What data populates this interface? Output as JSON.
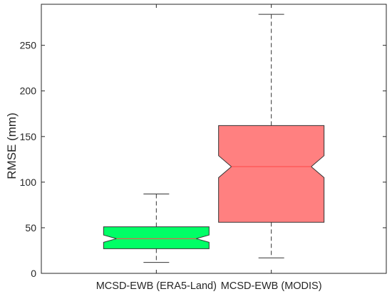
{
  "chart_data": {
    "type": "boxplot",
    "notched": true,
    "ylabel": "RMSE (mm)",
    "xlabel": "",
    "ylim": [
      0,
      295
    ],
    "yticks": [
      0,
      50,
      100,
      150,
      200,
      250
    ],
    "grid": false,
    "categories": [
      "MCSD-EWB (ERA5-Land)",
      "MCSD-EWB (MODIS)"
    ],
    "boxes": [
      {
        "category": "MCSD-EWB (ERA5-Land)",
        "whisker_low": 12,
        "q1": 27,
        "notch_low": 34,
        "median": 38,
        "notch_high": 42,
        "q3": 51,
        "whisker_high": 87,
        "color": "#00ff66"
      },
      {
        "category": "MCSD-EWB (MODIS)",
        "whisker_low": 17,
        "q1": 56,
        "notch_low": 105,
        "median": 117,
        "notch_high": 129,
        "q3": 162,
        "whisker_high": 284,
        "color": "#ff8080"
      }
    ],
    "median_color": "#ff4d4d",
    "axis_color": "#262626"
  }
}
